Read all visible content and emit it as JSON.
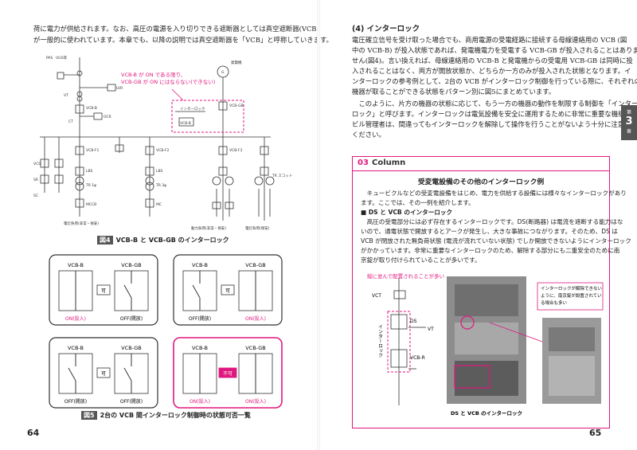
{
  "left_page": {
    "intro_lines": [
      "荷に電力が供給されます。なお、高圧の電源を入り切りできる遮断器としては真空遮断器(VCB)",
      "が一般的に使われています。本章でも、以降の説明では真空遮断器を「VCB」と呼称していきます。"
    ],
    "figure4": {
      "tag": "図4",
      "caption": "VCB-B と VCB-GB のインターロック",
      "callout_lines": [
        "VCB-B が ON である限り、",
        "VCB-GB が ON にはならない(できない)"
      ],
      "labels": {
        "pas": "PAS",
        "uga": "UGS等",
        "vt": "VT",
        "vcb_b": "VCB-B",
        "ct": "CT",
        "ocr": "OCR",
        "lvr": "LVR",
        "generator": "発電機",
        "g": "G",
        "interlock": "インターロック",
        "vcb_gb": "VCB-GB",
        "vcs": "VCS",
        "sr": "SR",
        "sc": "SC",
        "vcb_f1": "VCB-F1",
        "vcb_f2": "VCB-F2",
        "vcb_f3": "VCB-F3",
        "lbs": "LBS",
        "tr1": "TR 1φ",
        "tr3": "TR 3φ",
        "tr_scott": "TR スコット",
        "mccb": "MCCB",
        "mc": "MC",
        "load1": "電灯負荷(非常・保安)",
        "load2": "動力負荷(非常・保安)",
        "load3": "電灯負荷(保安)"
      }
    },
    "figure5": {
      "tag": "図5",
      "caption": "2台の VCB 間インターロック制御時の状態可否一覧",
      "boxes": [
        {
          "left": "VCB-B",
          "right": "VCB-GB",
          "left_state": "ON(投入)",
          "right_state": "OFF(開放)",
          "mid": "可",
          "highlight": false
        },
        {
          "left": "VCB-B",
          "right": "VCB-GB",
          "left_state": "OFF(開放)",
          "right_state": "ON(投入)",
          "mid": "可",
          "highlight": false
        },
        {
          "left": "VCB-B",
          "right": "VCB-GB",
          "left_state": "OFF(開放)",
          "right_state": "OFF(開放)",
          "mid": "可",
          "highlight": false
        },
        {
          "left": "VCB-B",
          "right": "VCB-GB",
          "left_state": "ON(投入)",
          "right_state": "ON(投入)",
          "mid": "不可",
          "highlight": true
        }
      ]
    },
    "page_number": "64"
  },
  "right_page": {
    "section_heading": "(4) インターロック",
    "body_lines": [
      "電圧確立信号を受け取った場合でも、商用電源の受電経路に接続する母線連絡用の VCB (図",
      "中の VCB-B) が投入状態であれば、発電機電力を受電する VCB-GB が投入されることはありま",
      "せん(図4)。言い換えれば、母線連絡用の VCB-B と発電機からの受電用 VCB-GB は同時に投",
      "入されることはなく、両方が開放状態か、どちらか一方のみが投入された状態となります。イ",
      "ンターロックの参考例として、2台の VCB がインターロック制御を行っている際に、それぞれの",
      "機器が取ることができる状態をパターン別に図5にまとめています。",
      "　このように、片方の機器の状態に応じて、もう一方の機器の動作を制限する制御を「インター",
      "ロック」と呼びます。インターロックは電気設備を安全に運用するために非常に重要な機構です。",
      "ビル管理者は、間違ってもインターロックを解除して操作を行うことがないよう十分に注意して",
      "ください。"
    ],
    "chapter_tab": {
      "prefix": "第",
      "number": "3",
      "suffix": "章"
    },
    "column": {
      "number": "03",
      "label": "Column",
      "title": "受変電設備のその他のインターロック例",
      "lines": [
        "　キュービクルなどの受変電設備をはじめ、電力を供給する設備には様々なインターロックがあり",
        "ます。ここでは、その一例を紹介します。",
        "■ DS と VCB のインターロック",
        "　高圧の受電部分には必ず存在するインターロックです。DS(断路器) は電流を遮断する能力はな",
        "いので、通電状態で開放するとアークが発生し、大きな事故につながります。そのため、DS は",
        "VCB が閉放された無負荷状態 (電流が流れていない状態) でしか開放できないようにインターロック",
        "がかかっています。非常に重要なインターロックのため、解除する部分にも二重安全のために南",
        "京錠が取り付けられていることが多いです。"
      ],
      "diagram": {
        "callout_left": "縦に並んで配置されることが多い",
        "callout_right": [
          "インターロックが解除できない",
          "ように、南京錠が設置されてい",
          "る場合も多い"
        ],
        "vct": "VCT",
        "ds": "DS",
        "vt": "VT",
        "vcb_r": "VCB-R",
        "interlock_vertical": "インターロック"
      },
      "photo_caption": "DS と VCB のインターロック"
    },
    "page_number": "65"
  },
  "colors": {
    "accent": "#e0177e",
    "tag_bg": "#555555"
  }
}
